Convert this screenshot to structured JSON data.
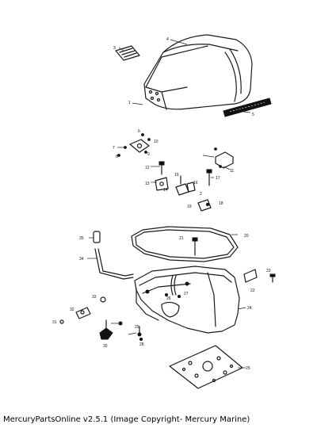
{
  "caption": "MercuryPartsOnline v2.5.1 (Image Copyright- Mercury Marine)",
  "callouts": {
    "c1": "1",
    "c2": "2",
    "c3": "3",
    "c4": "4",
    "c5": "5",
    "c6": "6",
    "c7": "7",
    "c8": "8",
    "c9": "9",
    "c10": "10",
    "c11": "11",
    "c12": "12",
    "c13": "13",
    "c14": "14",
    "c15": "15",
    "c16": "16",
    "c17": "17",
    "c18": "18",
    "c19": "19",
    "c20": "20",
    "c21": "21",
    "c22": "22",
    "c23": "23",
    "c24": "24",
    "c25": "25",
    "c26": "26",
    "c27": "27",
    "c28": "28",
    "c29": "29",
    "c30": "30",
    "c31": "31",
    "c32": "32",
    "c33": "33",
    "c34": "34",
    "c35": "35"
  }
}
